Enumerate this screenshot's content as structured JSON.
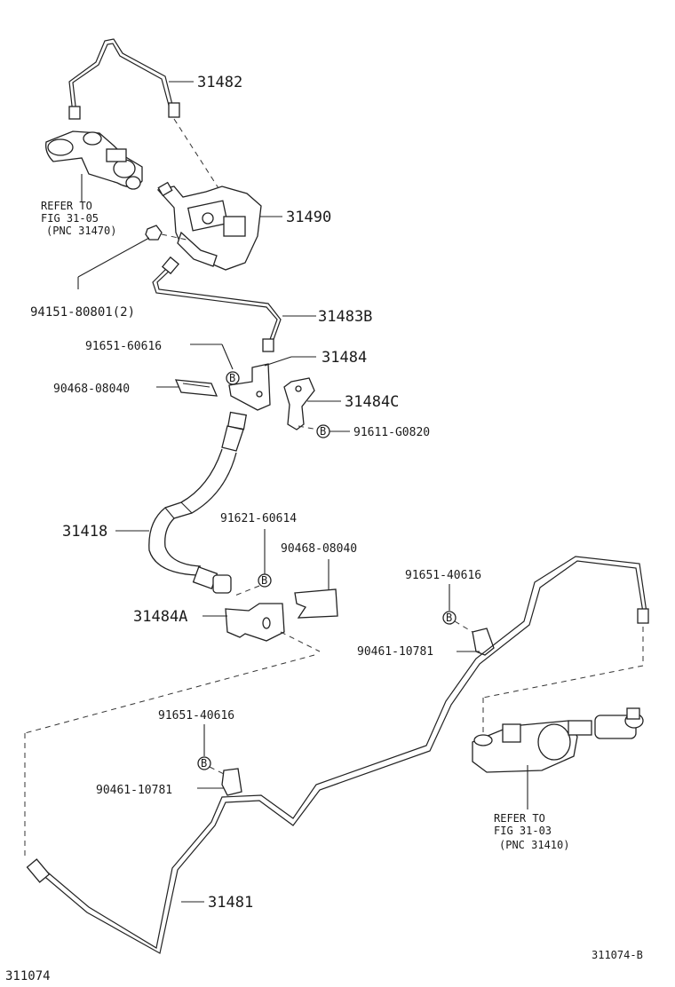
{
  "labels": {
    "p31482": "31482",
    "p31490": "31490",
    "p94151": "94151-80801(2)",
    "p31483b": "31483B",
    "p91651_60616": "91651-60616",
    "p31484": "31484",
    "p90468_a": "90468-08040",
    "p31484c": "31484C",
    "p91611": "91611-G0820",
    "p31418": "31418",
    "p91621": "91621-60614",
    "p90468_b": "90468-08040",
    "p31484a": "31484A",
    "p91651_40616_a": "91651-40616",
    "p90461_a": "90461-10781",
    "p91651_40616_b": "91651-40616",
    "p90461_b": "90461-10781",
    "p31481": "31481",
    "bolt_marker": "B"
  },
  "refers": {
    "ref1": {
      "line1": "REFER TO",
      "line2": "FIG 31-05",
      "line3": "(PNC 31470)"
    },
    "ref2": {
      "line1": "REFER TO",
      "line2": "FIG 31-03",
      "line3": "(PNC 31410)"
    }
  },
  "footer": {
    "left_code": "311074",
    "right_code": "311074-B"
  }
}
